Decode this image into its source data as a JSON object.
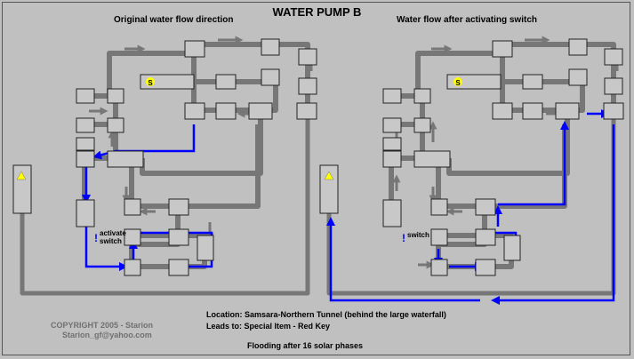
{
  "title": "WATER PUMP B",
  "left_diagram": {
    "heading": "Original water flow direction",
    "start_marker": "S",
    "switch_label_line1": "activate",
    "switch_label_line2": "switch",
    "switch_mark": "!"
  },
  "right_diagram": {
    "heading": "Water flow after activating switch",
    "start_marker": "S",
    "switch_label": "switch",
    "switch_mark": "!"
  },
  "info": {
    "location": "Location: Samsara-Northern Tunnel (behind the large waterfall)",
    "leads_to": "Leads to: Special Item - Red Key",
    "flooding": "Flooding after 16 solar phases"
  },
  "credits": {
    "copyright": "COPYRIGHT 2005 - Starion",
    "email": "Starion_gf@yahoo.com"
  },
  "colors": {
    "background": "#c0c0c0",
    "box_fill": "#c8c8c8",
    "box_stroke": "#222222",
    "pipe": "#7a7a7a",
    "water_flow": "#0000ff",
    "marker": "#ffff00",
    "credits_text": "#707070"
  }
}
